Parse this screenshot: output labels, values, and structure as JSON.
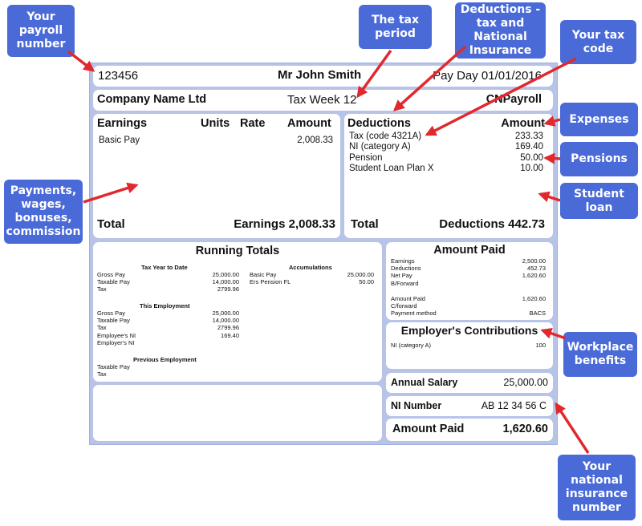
{
  "header": {
    "payroll_number": "123456",
    "employee_name": "Mr John Smith",
    "pay_day": "Pay Day 01/01/2016",
    "company_name": "Company Name Ltd",
    "tax_period": "Tax Week 12",
    "software": "CNPayroll"
  },
  "earnings": {
    "headers": {
      "title": "Earnings",
      "units": "Units",
      "rate": "Rate",
      "amount": "Amount"
    },
    "items": [
      {
        "label": "Basic Pay",
        "amount": "2,008.33"
      }
    ],
    "total_label": "Total",
    "total_value": "Earnings 2,008.33"
  },
  "deductions": {
    "headers": {
      "title": "Deductions",
      "amount": "Amount"
    },
    "items": [
      {
        "label": "Tax (code 4321A)",
        "amount": "233.33"
      },
      {
        "label": "NI (category A)",
        "amount": "169.40"
      },
      {
        "label": "Pension",
        "amount": "50.00"
      },
      {
        "label": "Student Loan Plan X",
        "amount": "10.00"
      }
    ],
    "total_label": "Total",
    "total_value": "Deductions 442.73"
  },
  "running_totals": {
    "title": "Running Totals",
    "tax_year_heading": "Tax Year to Date",
    "tax_year": [
      {
        "label": "Gross Pay",
        "value": "25,000.00"
      },
      {
        "label": "Taxable Pay",
        "value": "14,000.00"
      },
      {
        "label": "Tax",
        "value": "2799.96"
      }
    ],
    "accumulations_heading": "Accumulations",
    "accumulations": [
      {
        "label": "Basic Pay",
        "value": "25,000.00"
      },
      {
        "label": "Ers Pension FL",
        "value": "50.00"
      }
    ],
    "this_employment_heading": "This Employment",
    "this_employment": [
      {
        "label": "Gross Pay",
        "value": "25,000.00"
      },
      {
        "label": "Taxable Pay",
        "value": "14,000.00"
      },
      {
        "label": "Tax",
        "value": "2799.96"
      },
      {
        "label": "Employee's NI",
        "value": "169.40"
      },
      {
        "label": "Employer's NI",
        "value": ""
      }
    ],
    "previous_employment_heading": "Previous Employment",
    "previous_employment": [
      {
        "label": "Taxable Pay",
        "value": ""
      },
      {
        "label": "Tax",
        "value": ""
      }
    ]
  },
  "amount_paid_panel": {
    "title": "Amount Paid",
    "items": [
      {
        "label": "Earnings",
        "value": "2,500.00"
      },
      {
        "label": "Deductions",
        "value": "452.73"
      },
      {
        "label": "Net Pay",
        "value": "1,620.60"
      },
      {
        "label": "B/Forward",
        "value": ""
      }
    ],
    "items2": [
      {
        "label": "Amount Paid",
        "value": "1,620.60"
      },
      {
        "label": "C/forward",
        "value": ""
      },
      {
        "label": "Payment method",
        "value": "BACS"
      }
    ]
  },
  "employer_contributions": {
    "title": "Employer's Contributions",
    "items": [
      {
        "label": "NI (category A)",
        "value": "100"
      }
    ]
  },
  "annual_salary": {
    "label": "Annual Salary",
    "value": "25,000.00"
  },
  "ni_number": {
    "label": "NI Number",
    "value": "AB 12 34 56 C"
  },
  "amount_paid_final": {
    "label": "Amount Paid",
    "value": "1,620.60"
  },
  "callouts": {
    "payroll_number": "Your payroll number",
    "tax_period": "The tax period",
    "deductions": "Deductions - tax and National Insurance",
    "tax_code": "Your tax code",
    "expenses": "Expenses",
    "pensions": "Pensions",
    "student_loan": "Student loan",
    "payments": "Payments, wages, bonuses, commission",
    "workplace_benefits": "Workplace benefits",
    "ni_number": "Your national insurance number"
  },
  "colors": {
    "callout": "#4a6ad8",
    "arrow": "#e0292f",
    "frame": "#b7c4e8"
  }
}
